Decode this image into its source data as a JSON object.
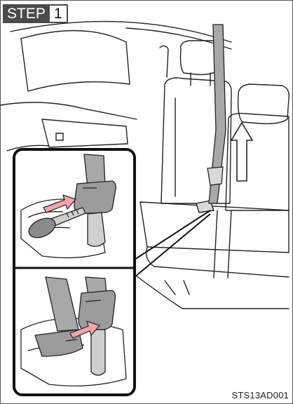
{
  "step": {
    "label": "STEP",
    "number": "1"
  },
  "figure": {
    "code": "STS13AD001"
  },
  "colors": {
    "line": "#222222",
    "belt_gray": "#a8a8a8",
    "arrow_pink": "#f0a5ad",
    "key_gray": "#8a8a8a",
    "step_bg": "#4a4a4a"
  }
}
